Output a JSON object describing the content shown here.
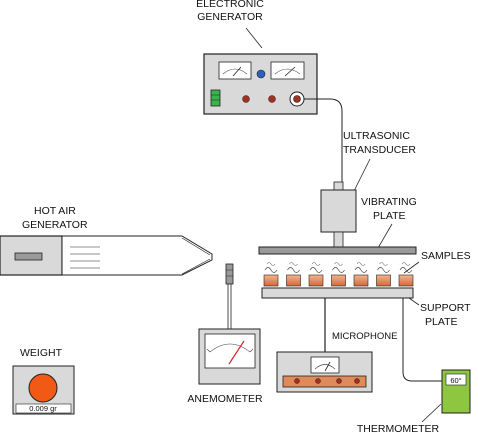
{
  "labels": {
    "generator_line1": "ELECTRONIC",
    "generator_line2": "GENERATOR",
    "transducer_line1": "ULTRASONIC",
    "transducer_line2": "TRANSDUCER",
    "vibrating_line1": "VIBRATING",
    "vibrating_line2": "PLATE",
    "hot_air_line1": "HOT AIR",
    "hot_air_line2": "GENERATOR",
    "samples": "SAMPLES",
    "support_line1": "SUPPORT",
    "support_line2": "PLATE",
    "microphone": "MICROPHONE",
    "weight": "WEIGHT",
    "anemometer": "ANEMOMETER",
    "thermometer": "THERMOMETER"
  },
  "readouts": {
    "weight_value": "0.009 gr",
    "temperature": "60°"
  },
  "colors": {
    "device_gray": "#d9d9d9",
    "dark_gray": "#9a9a9a",
    "knob_red": "#a0311f",
    "dial_blue": "#2b5fc0",
    "sample_orange": "#e08a5a",
    "weight_orange": "#f05a14",
    "thermo_green": "#8dc63f",
    "indicator_green": "#3bb34a",
    "needle_red": "#d42a2a"
  }
}
